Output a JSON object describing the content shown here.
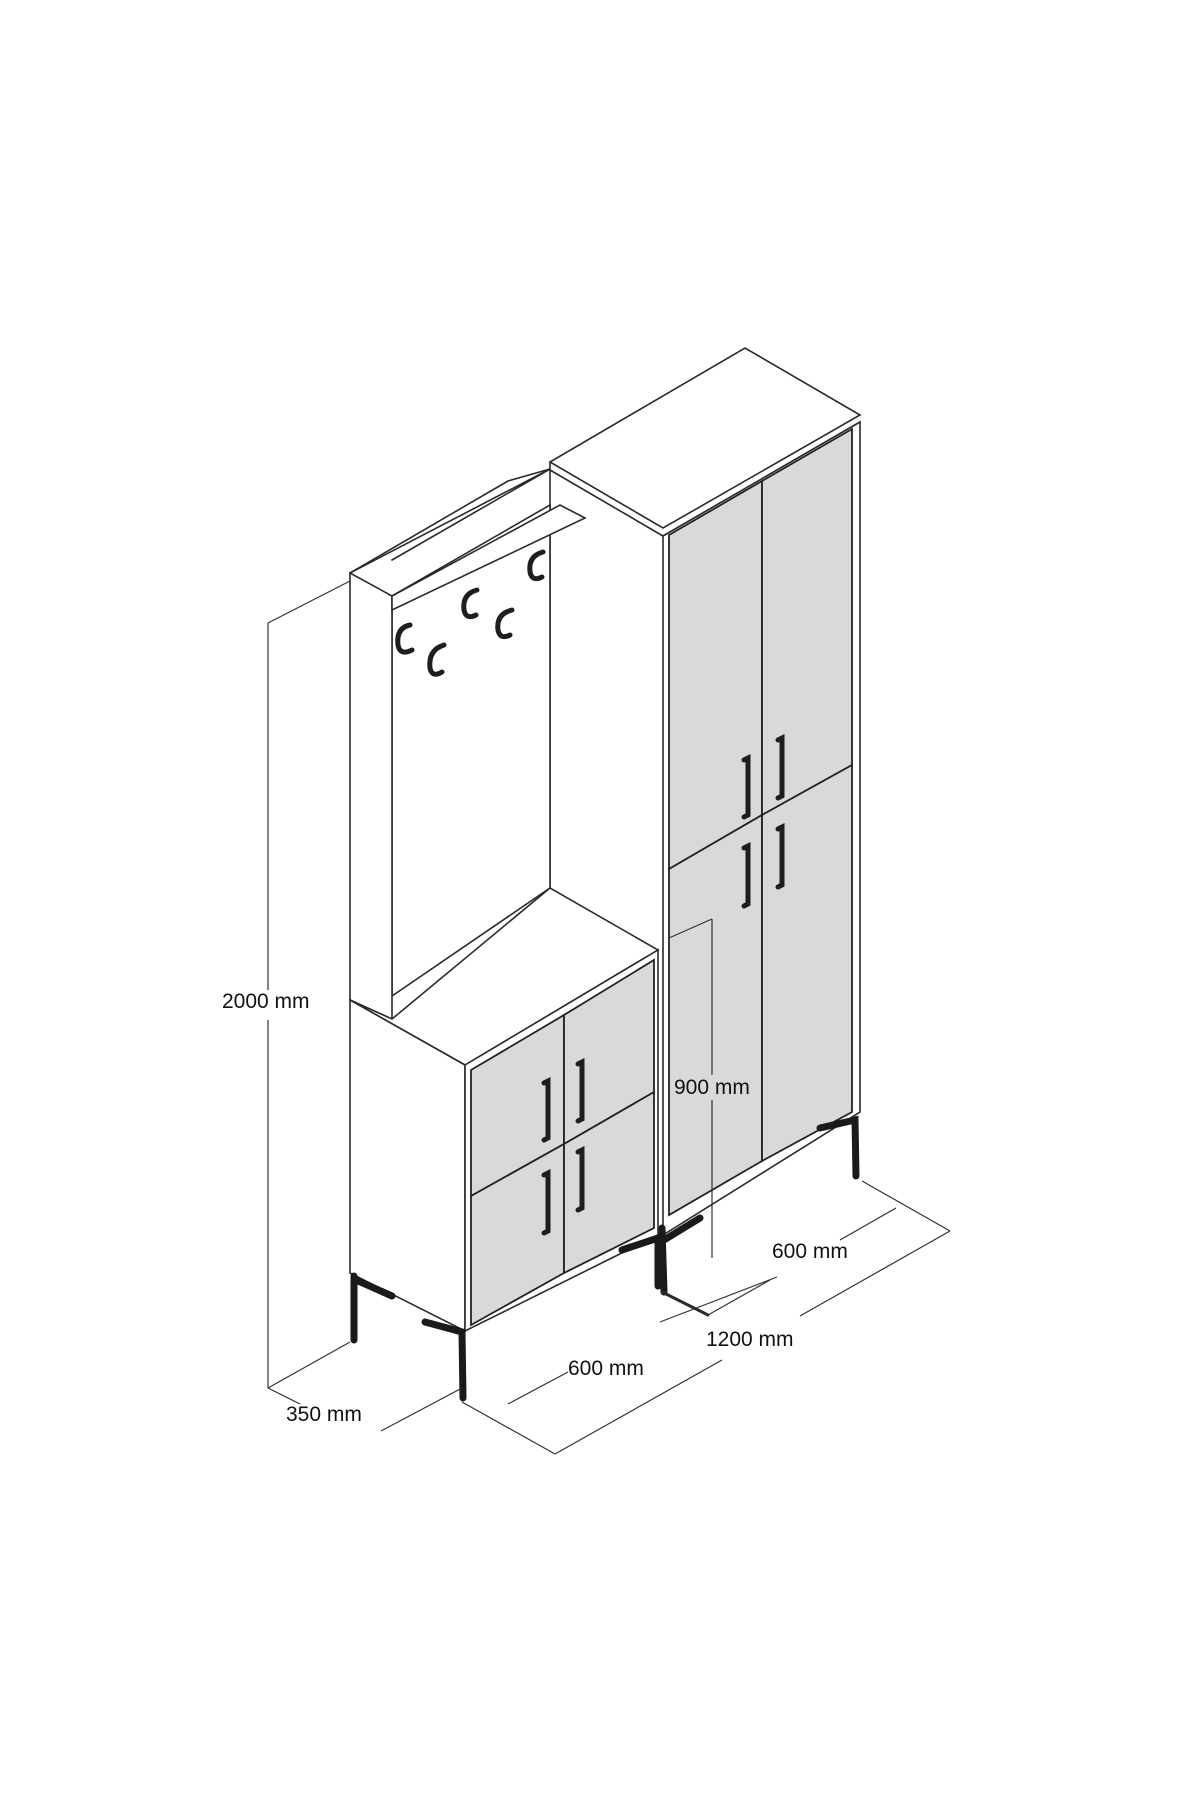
{
  "dimensions": {
    "height_total": "2000 mm",
    "depth": "350 mm",
    "width_left": "600 mm",
    "width_total": "1200 mm",
    "width_right": "600 mm",
    "height_lower_cabinet": "900 mm"
  },
  "colors": {
    "door_fill": "#d9d9d9",
    "line": "#2a2a2a",
    "leg": "#1a1a1a"
  }
}
